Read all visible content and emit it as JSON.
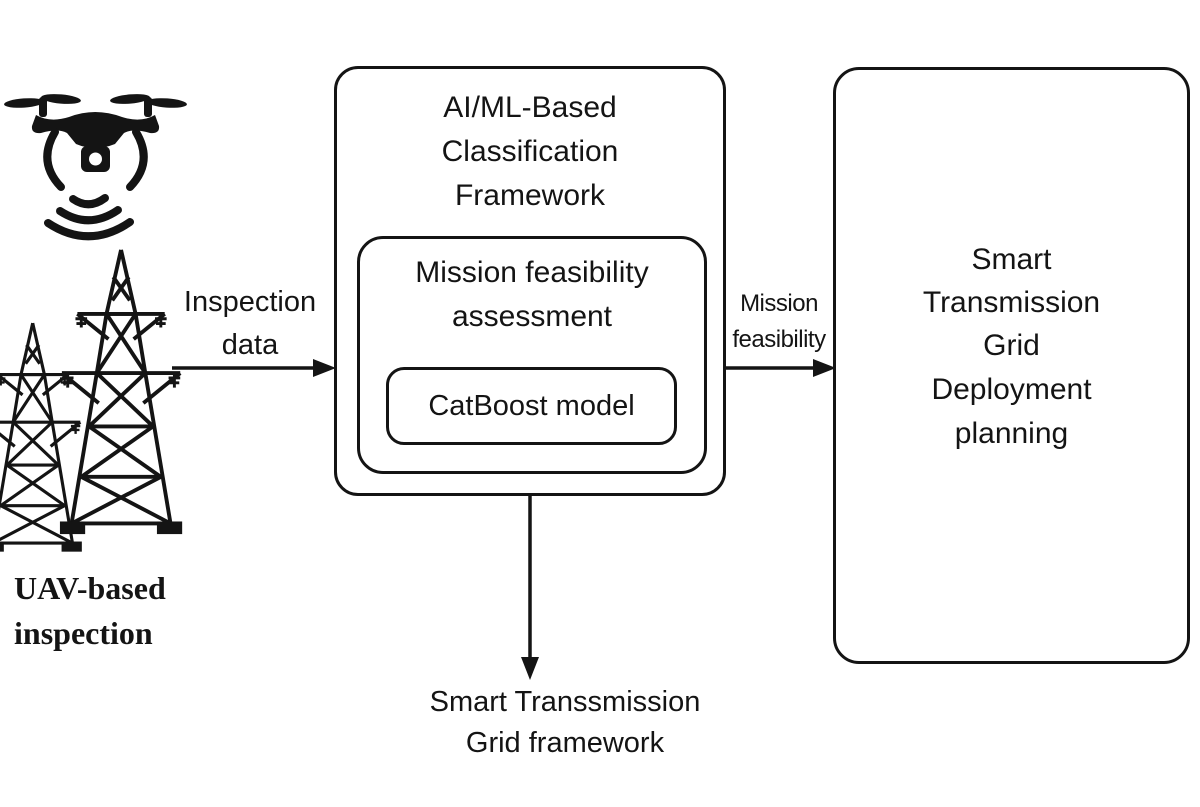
{
  "left_panel": {
    "uav_label": [
      "UAV-based",
      "inspection"
    ]
  },
  "arrows": {
    "inspection_data_label": [
      "Inspection",
      "data"
    ],
    "mission_feasibility_label": [
      "Mission",
      "feasibility"
    ]
  },
  "ai_ml_box": {
    "title": [
      "AI/ML-Based",
      "Classification",
      "Framework"
    ],
    "assessment_box": {
      "label": [
        "Mission feasibility",
        "assessment"
      ],
      "model_box": {
        "label": "CatBoost model"
      }
    }
  },
  "grid_box": {
    "title": [
      "Smart",
      "Transmission",
      "Grid"
    ],
    "subtitle": [
      "Deployment",
      "planning"
    ]
  },
  "bottom_label": [
    "Smart Transsmission",
    "Grid framework"
  ],
  "colors": {
    "ink": "#141414",
    "background": "#ffffff"
  }
}
